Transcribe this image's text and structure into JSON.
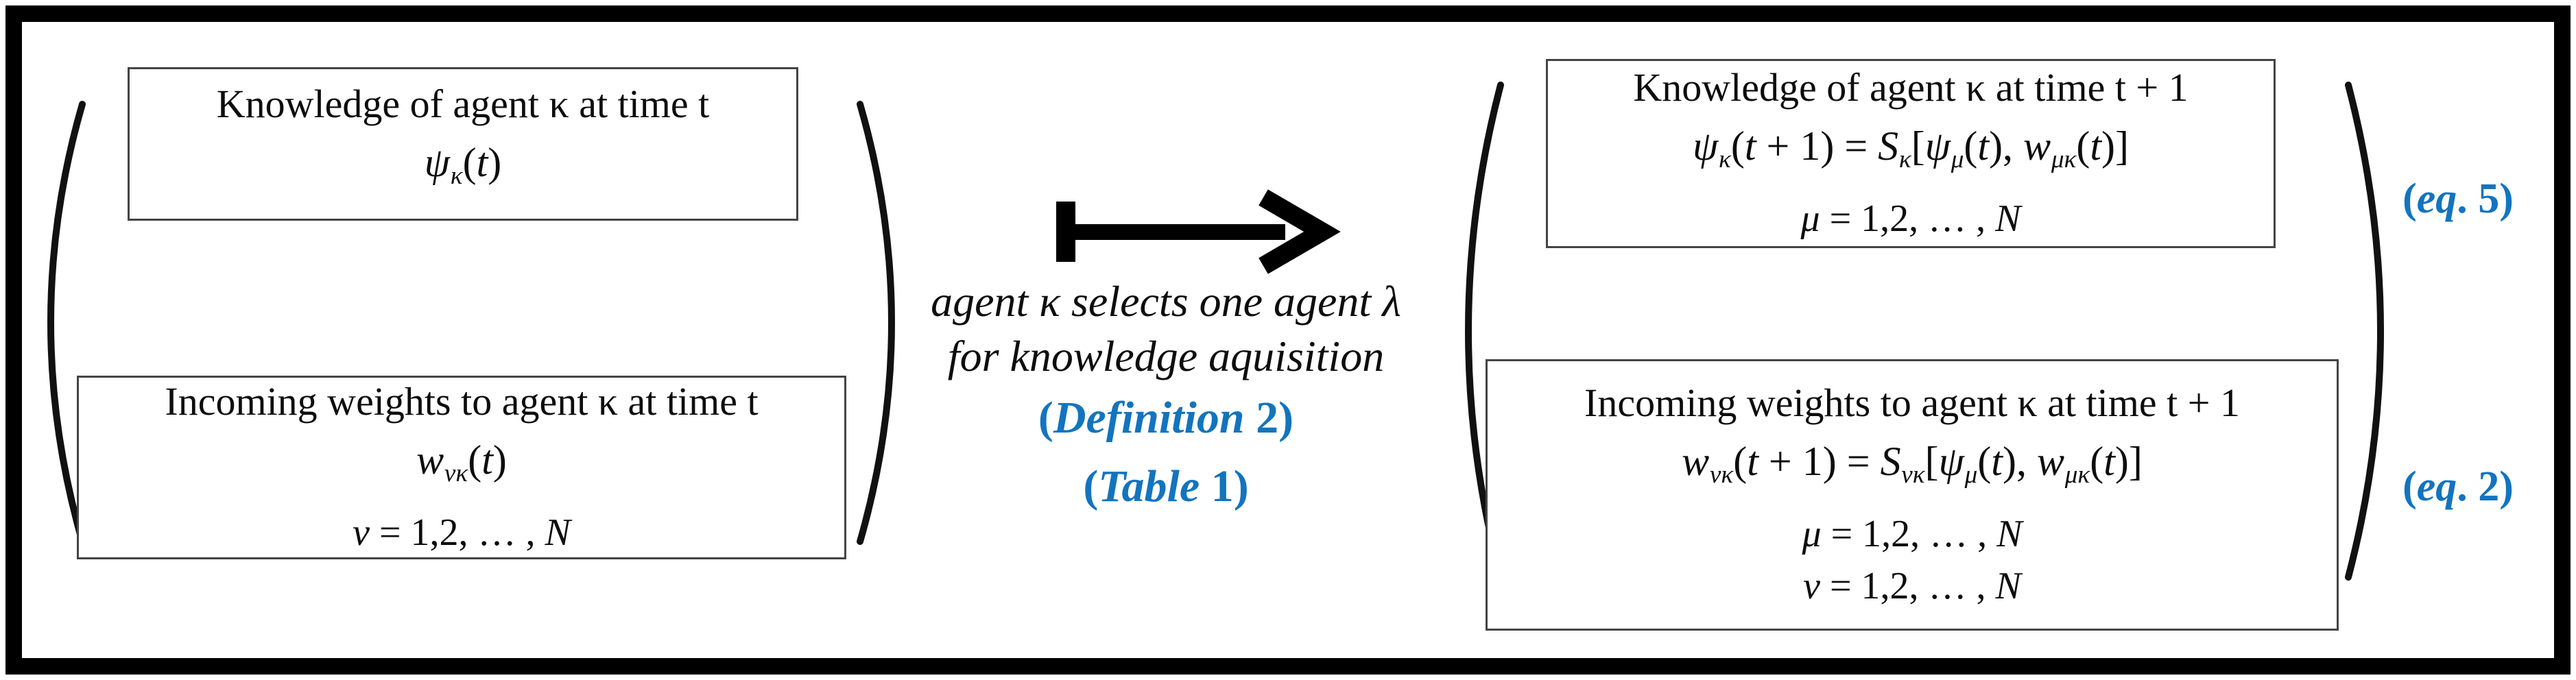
{
  "figure": {
    "colors": {
      "accent_blue": "#1374be",
      "ink": "#0d0d0d",
      "frame_border": "#000000"
    },
    "left_state": {
      "knowledge_box": {
        "title": "Knowledge of agent κ at time t",
        "math": "ψ_{κ}(t)"
      },
      "weights_box": {
        "title": "Incoming weights to agent κ at time t",
        "math": "w_{νκ}(t)",
        "range": "ν = 1,2, … , N"
      }
    },
    "transition": {
      "line1": "agent κ selects one agent λ",
      "line2": "for knowledge aquisition",
      "ref1": "(Definition 2)",
      "ref2": "(Table 1)"
    },
    "right_state": {
      "knowledge_box": {
        "title": "Knowledge of agent κ at time t + 1",
        "math": "ψ_{κ}(t + 1) = S_{κ}[ψ_{μ}(t), w_{μκ}(t)]",
        "range": "μ = 1,2, … , N",
        "eq_label": "(eq. 5)"
      },
      "weights_box": {
        "title": "Incoming weights to agent κ at time t + 1",
        "math": "w_{νκ}(t + 1) = S_{νκ}[ψ_{μ}(t), w_{μκ}(t)]",
        "range_mu": "μ = 1,2, … , N",
        "range_nu": "ν = 1,2, … , N",
        "eq_label": "(eq. 2)"
      }
    }
  }
}
